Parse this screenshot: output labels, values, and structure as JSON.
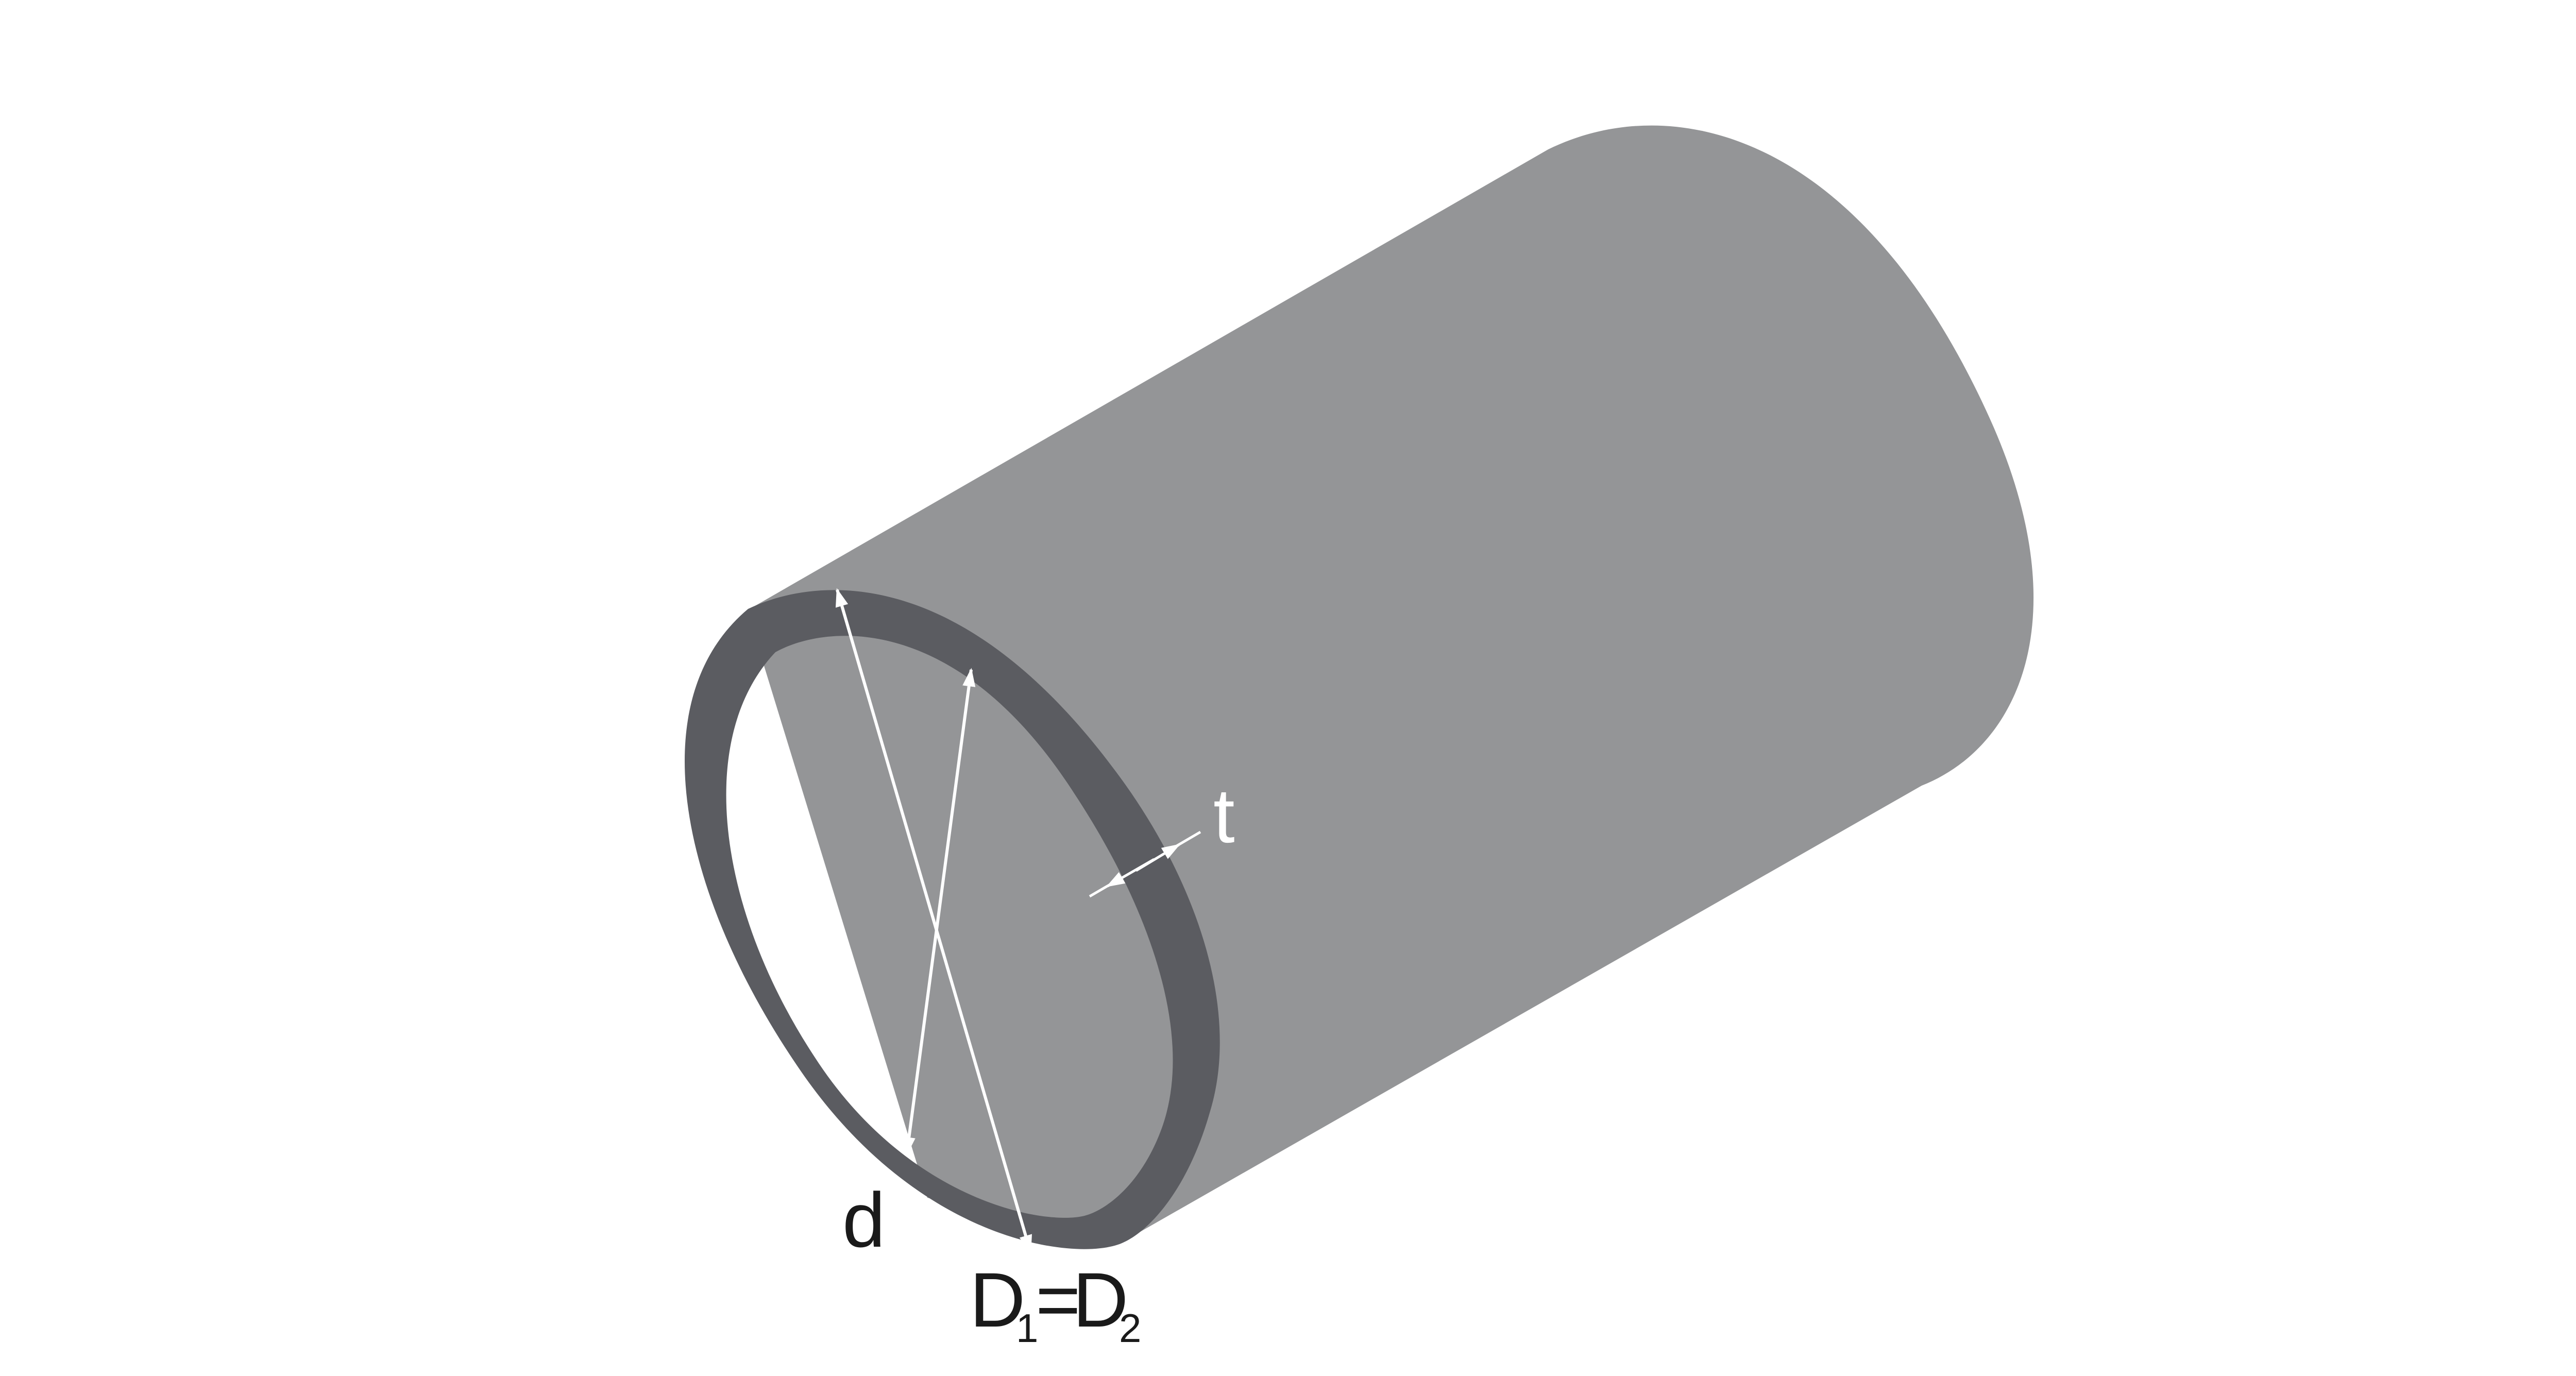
{
  "colors": {
    "background": "#ffffff",
    "cylinder_body": "#949597",
    "tube_wall": "#5b5c61",
    "dimension_lines": "#ffffff",
    "label_dark": "#1a1a1a",
    "label_light": "#ffffff"
  },
  "labels": {
    "thickness": "t",
    "inner_diameter": "d",
    "outer_diameter_main": "D",
    "outer_diameter_sub1": "1",
    "equals": "=",
    "outer_diameter_main2": "D",
    "outer_diameter_sub2": "2"
  }
}
